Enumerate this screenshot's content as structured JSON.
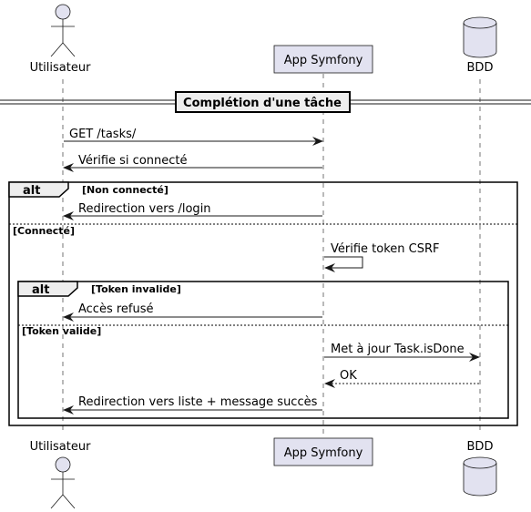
{
  "colors": {
    "participant_fill": "#E2E2F0",
    "participant_stroke": "#181818",
    "lifeline": "#181818",
    "line": "#181818",
    "background": "#FFFFFF"
  },
  "participants": {
    "user": {
      "label": "Utilisateur",
      "icon": "actor-stick-figure"
    },
    "app": {
      "label": "App Symfony",
      "icon": "participant-box"
    },
    "db": {
      "label": "BDD",
      "icon": "database-cylinder"
    }
  },
  "divider": {
    "title": "Complétion d'une tâche"
  },
  "messages": [
    {
      "from": "user",
      "to": "app",
      "label": "GET /tasks/",
      "style": "solid"
    },
    {
      "from": "app",
      "to": "user",
      "label": "Vérifie si connecté",
      "style": "solid"
    },
    {
      "from": "app",
      "to": "user",
      "label": "Redirection vers /login",
      "style": "solid"
    },
    {
      "from": "app",
      "to": "app",
      "label": "Vérifie token CSRF",
      "style": "solid"
    },
    {
      "from": "app",
      "to": "user",
      "label": "Accès refusé",
      "style": "solid"
    },
    {
      "from": "app",
      "to": "db",
      "label": "Met à jour Task.isDone",
      "style": "solid"
    },
    {
      "from": "db",
      "to": "app",
      "label": "OK",
      "style": "dashed"
    },
    {
      "from": "app",
      "to": "user",
      "label": "Redirection vers liste + message succès",
      "style": "solid"
    }
  ],
  "fragments": {
    "outer": {
      "keyword": "alt",
      "guard": "[Non connecté]",
      "else_guard": "[Connecté]"
    },
    "inner": {
      "keyword": "alt",
      "guard": "[Token invalide]",
      "else_guard": "[Token valide]"
    }
  }
}
